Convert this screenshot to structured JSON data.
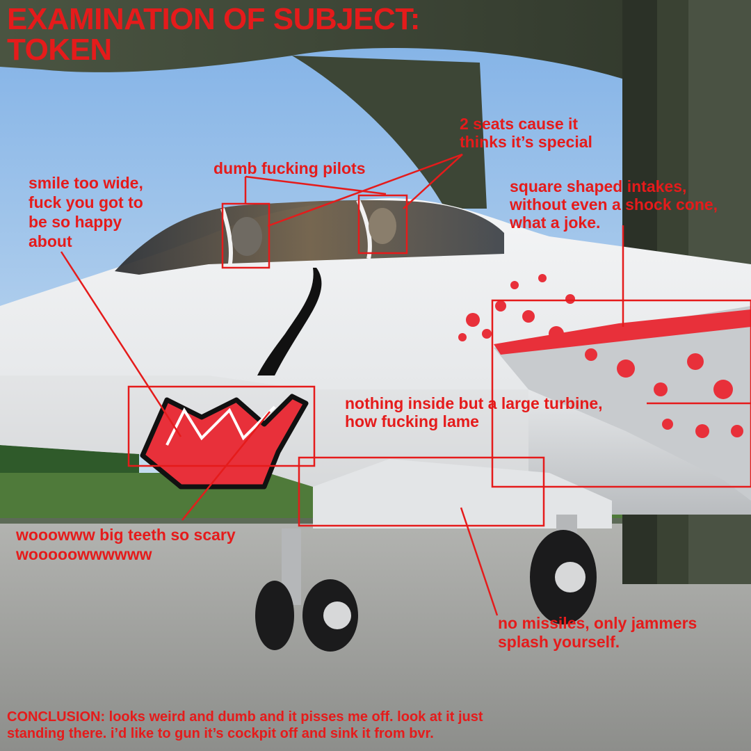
{
  "title": {
    "line1": "EXAMINATION OF SUBJECT:",
    "line2": "TOKEN"
  },
  "annotations": {
    "pilots": "dumb fucking pilots",
    "seats": [
      "2 seats cause it",
      "thinks it’s special"
    ],
    "smile": [
      "smile too wide,",
      "fuck you got to",
      "be so happy",
      "about"
    ],
    "intakes": [
      "square shaped intakes,",
      "without even a shock cone,",
      "what a joke."
    ],
    "turbine": [
      "nothing inside but a large turbine,",
      "how fucking lame"
    ],
    "teeth": [
      "wooowww big teeth so scary",
      "wooooowwwwww"
    ],
    "missiles": [
      "no missiles, only jammers",
      "splash yourself."
    ]
  },
  "conclusion": [
    "CONCLUSION: looks weird and dumb  and it pisses me off. look at it just",
    "standing there. i’d like to gun it’s cockpit off and sink it from bvr."
  ],
  "colors": {
    "annotation_red": "#e51b1b",
    "fuselage_white": "#eceef0",
    "livery_red": "#e8303a",
    "hangar_green": "#3b4434",
    "sky_blue": "#9fc3e8",
    "tarmac_gray": "#a7a8a6"
  }
}
